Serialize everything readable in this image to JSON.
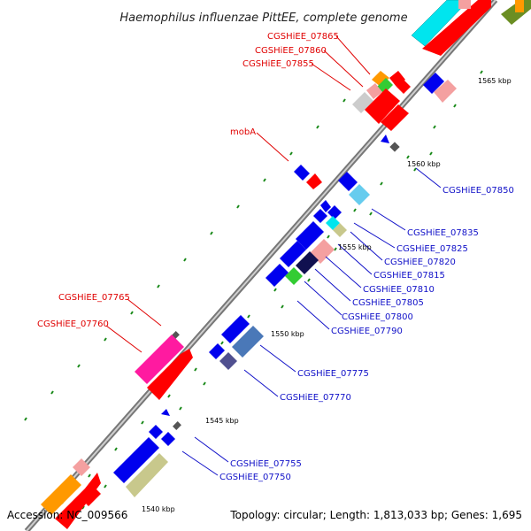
{
  "title": "Haemophilus influenzae PittEE, complete genome",
  "footer": {
    "accession": "Accession: NC_009566",
    "topology": "Topology: circular; Length: 1,813,033 bp; Genes: 1,695"
  },
  "tick_labels": [
    "1565 kbp",
    "1560 kbp",
    "1555 kbp",
    "1550 kbp",
    "1545 kbp",
    "1540 kbp"
  ],
  "labels_red": [
    "CGSHiEE_07865",
    "CGSHiEE_07860",
    "CGSHiEE_07855",
    "mobA",
    "CGSHiEE_07765",
    "CGSHiEE_07760"
  ],
  "labels_blue": [
    "CGSHiEE_07850",
    "CGSHiEE_07835",
    "CGSHiEE_07825",
    "CGSHiEE_07820",
    "CGSHiEE_07815",
    "CGSHiEE_07810",
    "CGSHiEE_07805",
    "CGSHiEE_07800",
    "CGSHiEE_07790",
    "CGSHiEE_07775",
    "CGSHiEE_07770",
    "CGSHiEE_07755",
    "CGSHiEE_07750"
  ],
  "colors": {
    "forward_gene": "#ff0000",
    "reverse_gene": "#0000ee",
    "cyan": "#00e5ee",
    "magenta": "#ff1aa0",
    "salmon": "#f4a0a0",
    "khaki": "#c8c88c",
    "orange": "#ff9900",
    "green": "#33cc33",
    "slate": "#4a78b8",
    "navy": "#505090",
    "backbone": "#888888"
  }
}
